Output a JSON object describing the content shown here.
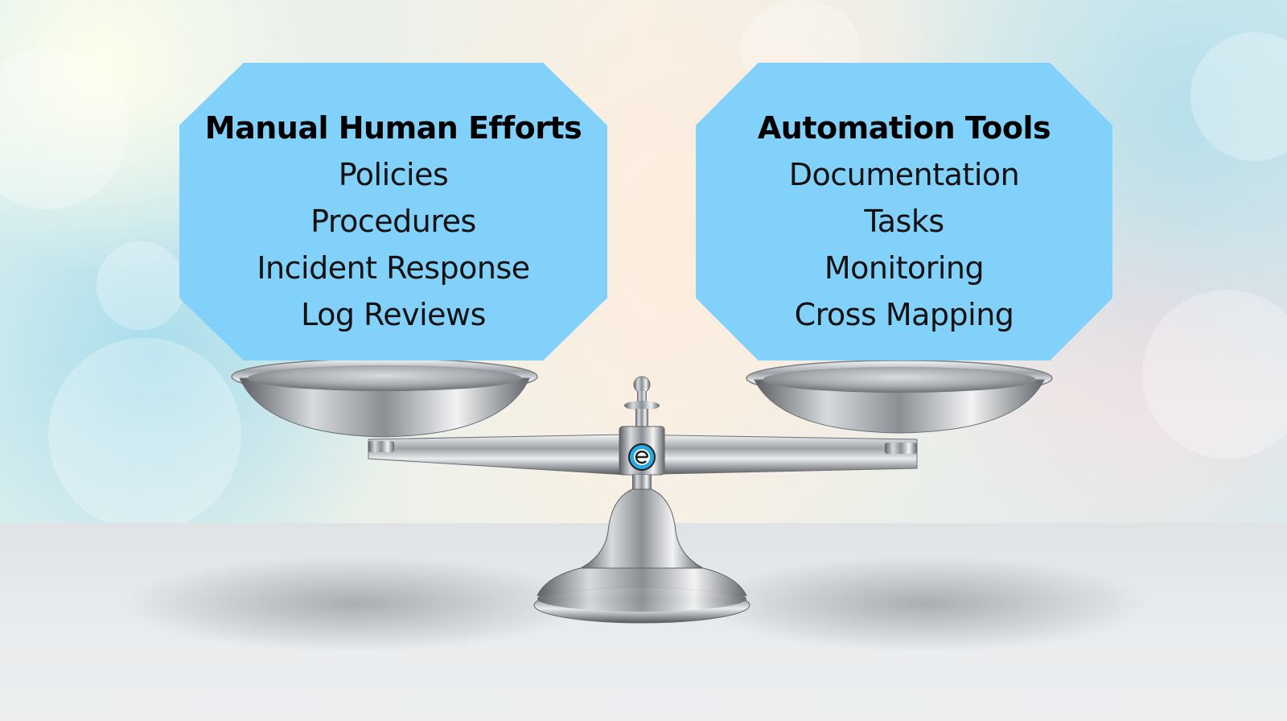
{
  "left_panel": {
    "title": "Manual Human Efforts",
    "items": [
      "Policies",
      "Procedures",
      "Incident Response",
      "Log Reviews"
    ]
  },
  "right_panel": {
    "title": "Automation Tools",
    "items": [
      "Documentation",
      "Tasks",
      "Monitoring",
      "Cross Mapping"
    ]
  },
  "colors": {
    "panel_fill": "#81d1fa",
    "scale_emblem": "#2aa9e0"
  },
  "icons": {
    "scale": "balance-scale-icon",
    "emblem": "e-logo-icon"
  }
}
